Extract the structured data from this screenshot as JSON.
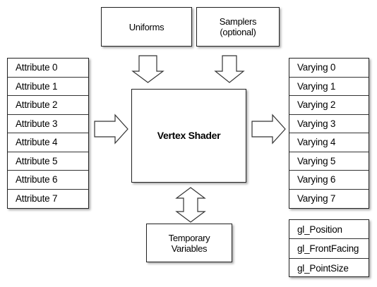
{
  "uniforms": {
    "label": "Uniforms"
  },
  "samplers": {
    "line1": "Samplers",
    "line2": "(optional)"
  },
  "vertex_shader": {
    "label": "Vertex Shader"
  },
  "temporary_variables": {
    "line1": "Temporary",
    "line2": "Variables"
  },
  "attributes": [
    "Attribute 0",
    "Attribute 1",
    "Attribute 2",
    "Attribute 3",
    "Attribute 4",
    "Attribute 5",
    "Attribute 6",
    "Attribute 7"
  ],
  "varyings": [
    "Varying 0",
    "Varying 1",
    "Varying 2",
    "Varying 3",
    "Varying 4",
    "Varying 5",
    "Varying 6",
    "Varying 7"
  ],
  "builtins": [
    "gl_Position",
    "gl_FrontFacing",
    "gl_PointSize"
  ]
}
